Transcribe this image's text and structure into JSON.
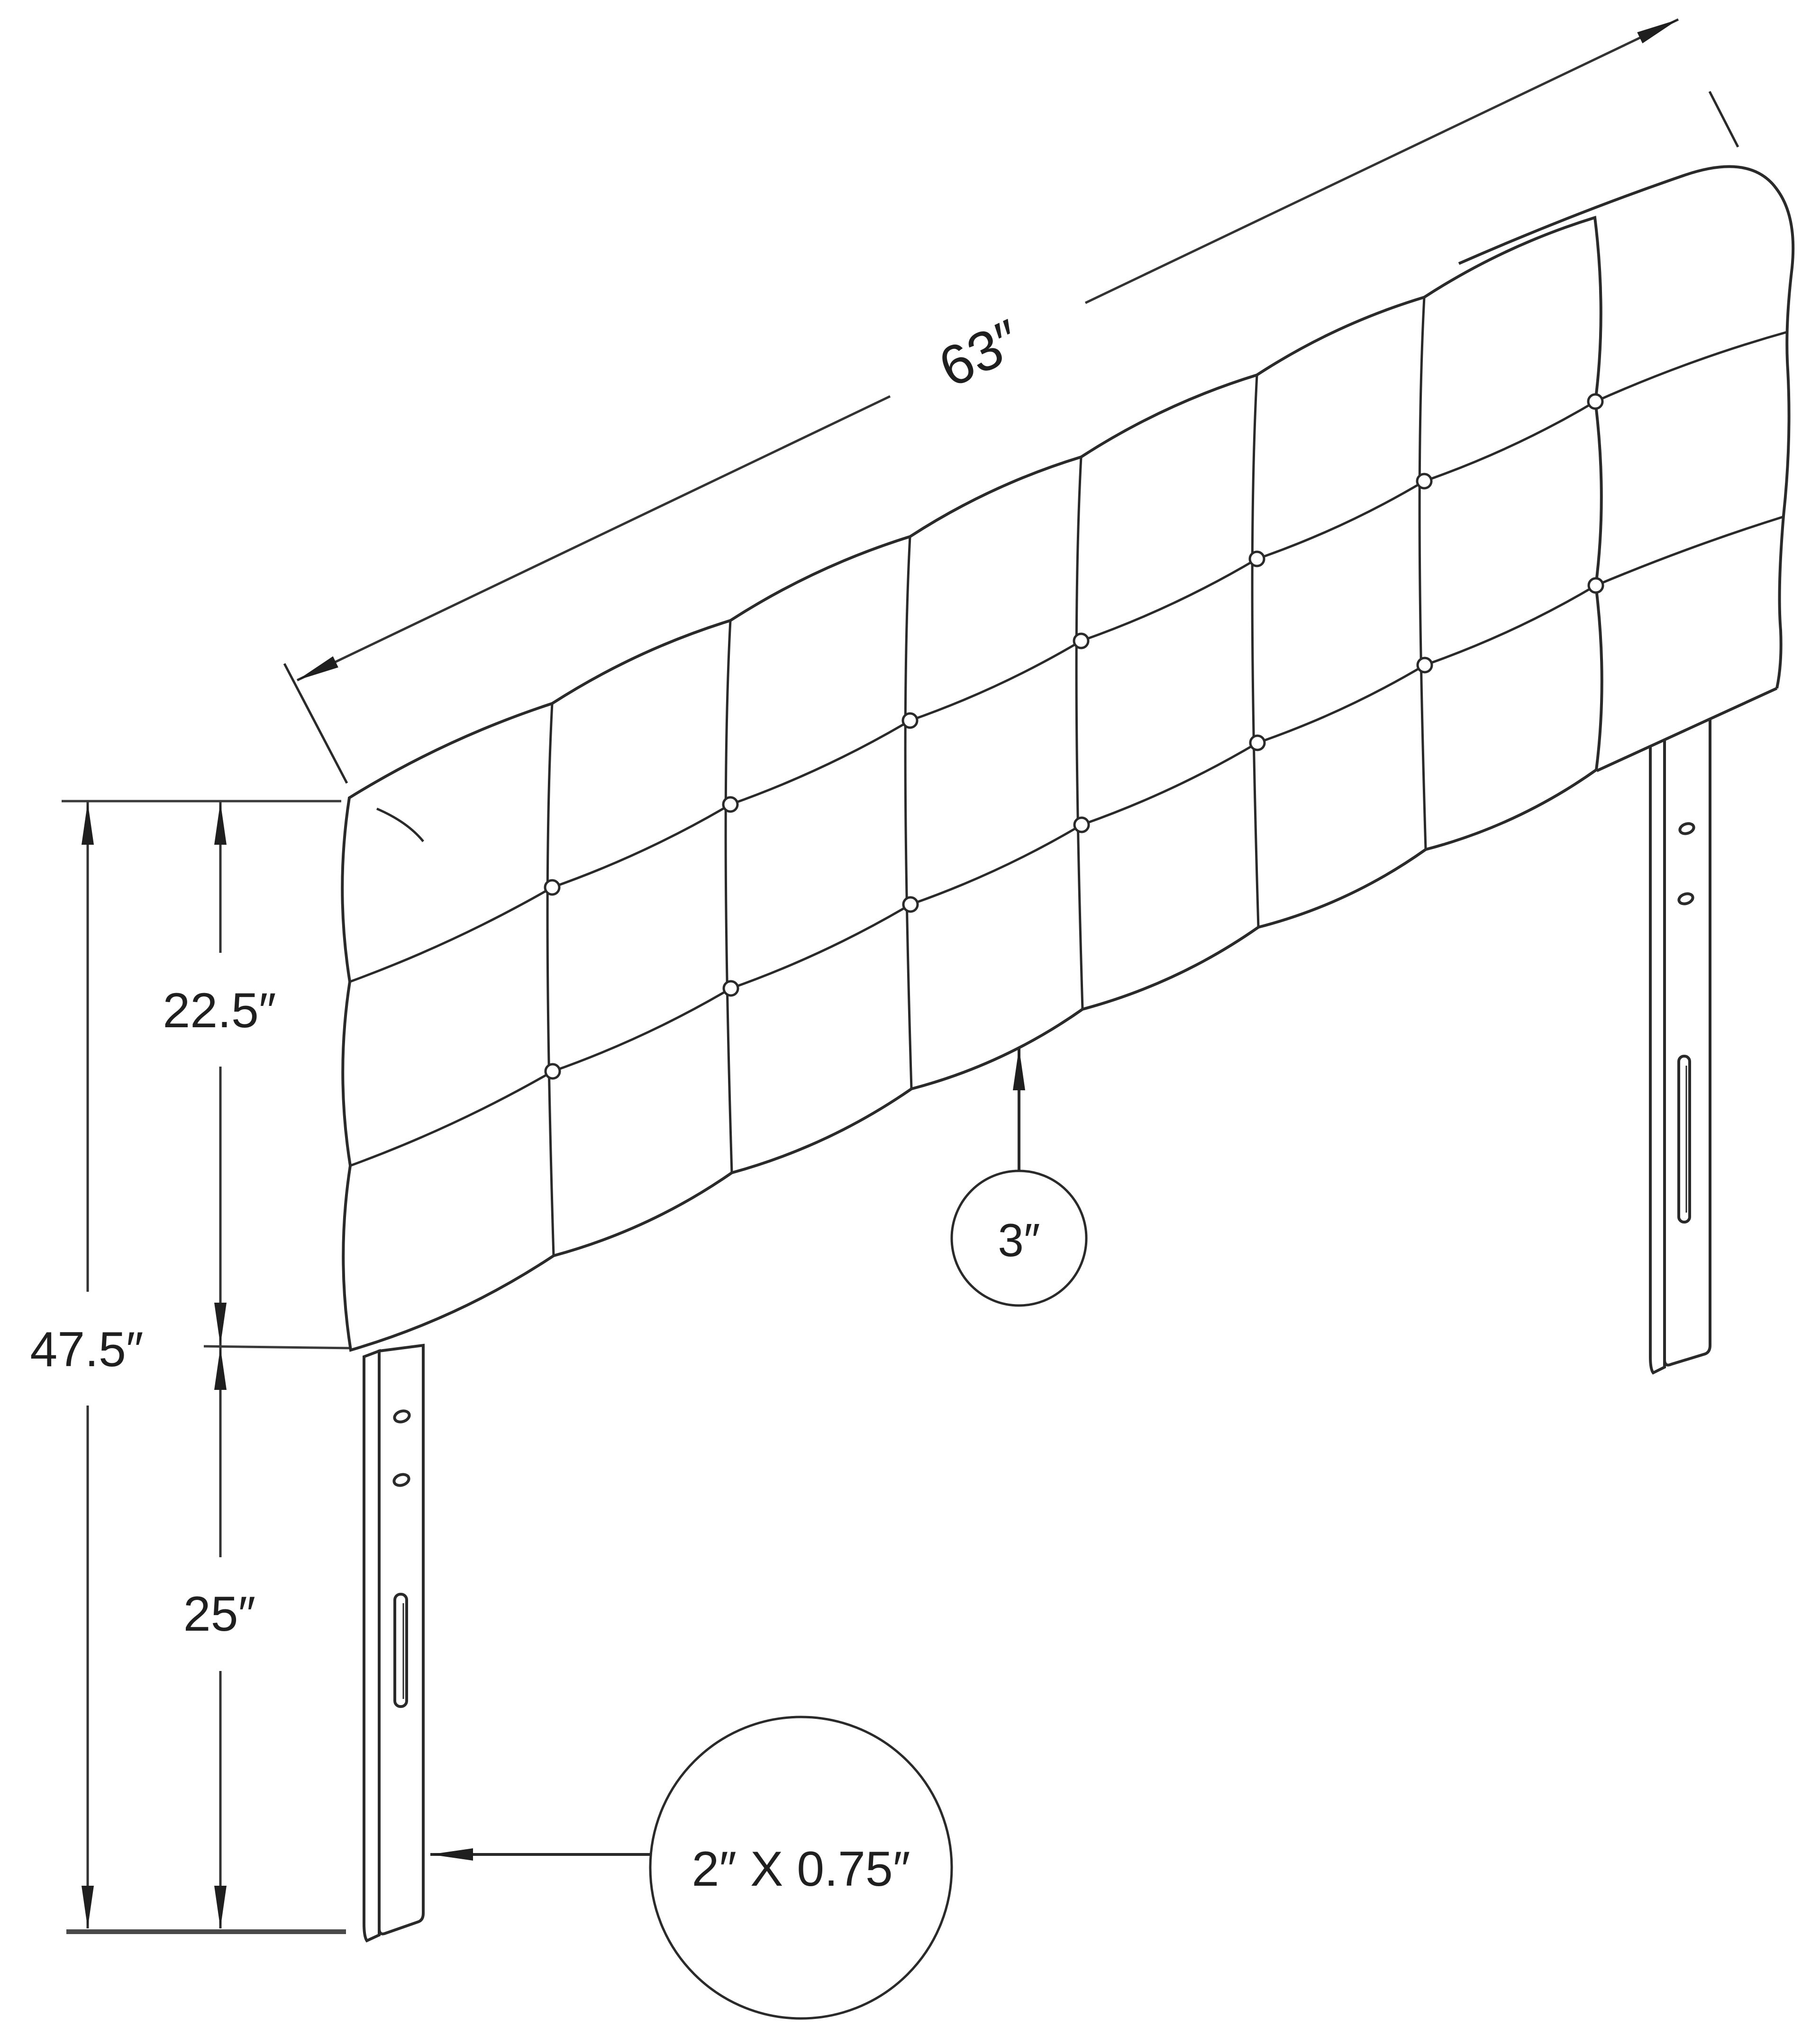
{
  "diagram": {
    "type": "isometric dimension line drawing",
    "subject": "button-tufted headboard panel with two adjustable mounting legs",
    "background_color": "#ffffff",
    "line_color": "#2a2a2a",
    "ground_line_color": "#4a4a4a",
    "tufting_grid": {
      "columns": 7,
      "rows": 3,
      "buttons": 14
    },
    "legs": {
      "count": 2,
      "holes_per_leg": 2,
      "slots_per_leg": 1
    },
    "labels": {
      "width": "63″",
      "upholstered_height": "22.5″",
      "overall_height": "47.5″",
      "leg_height": "25″",
      "thickness": "3″",
      "leg_cross_section": "2″ X 0.75″"
    }
  }
}
